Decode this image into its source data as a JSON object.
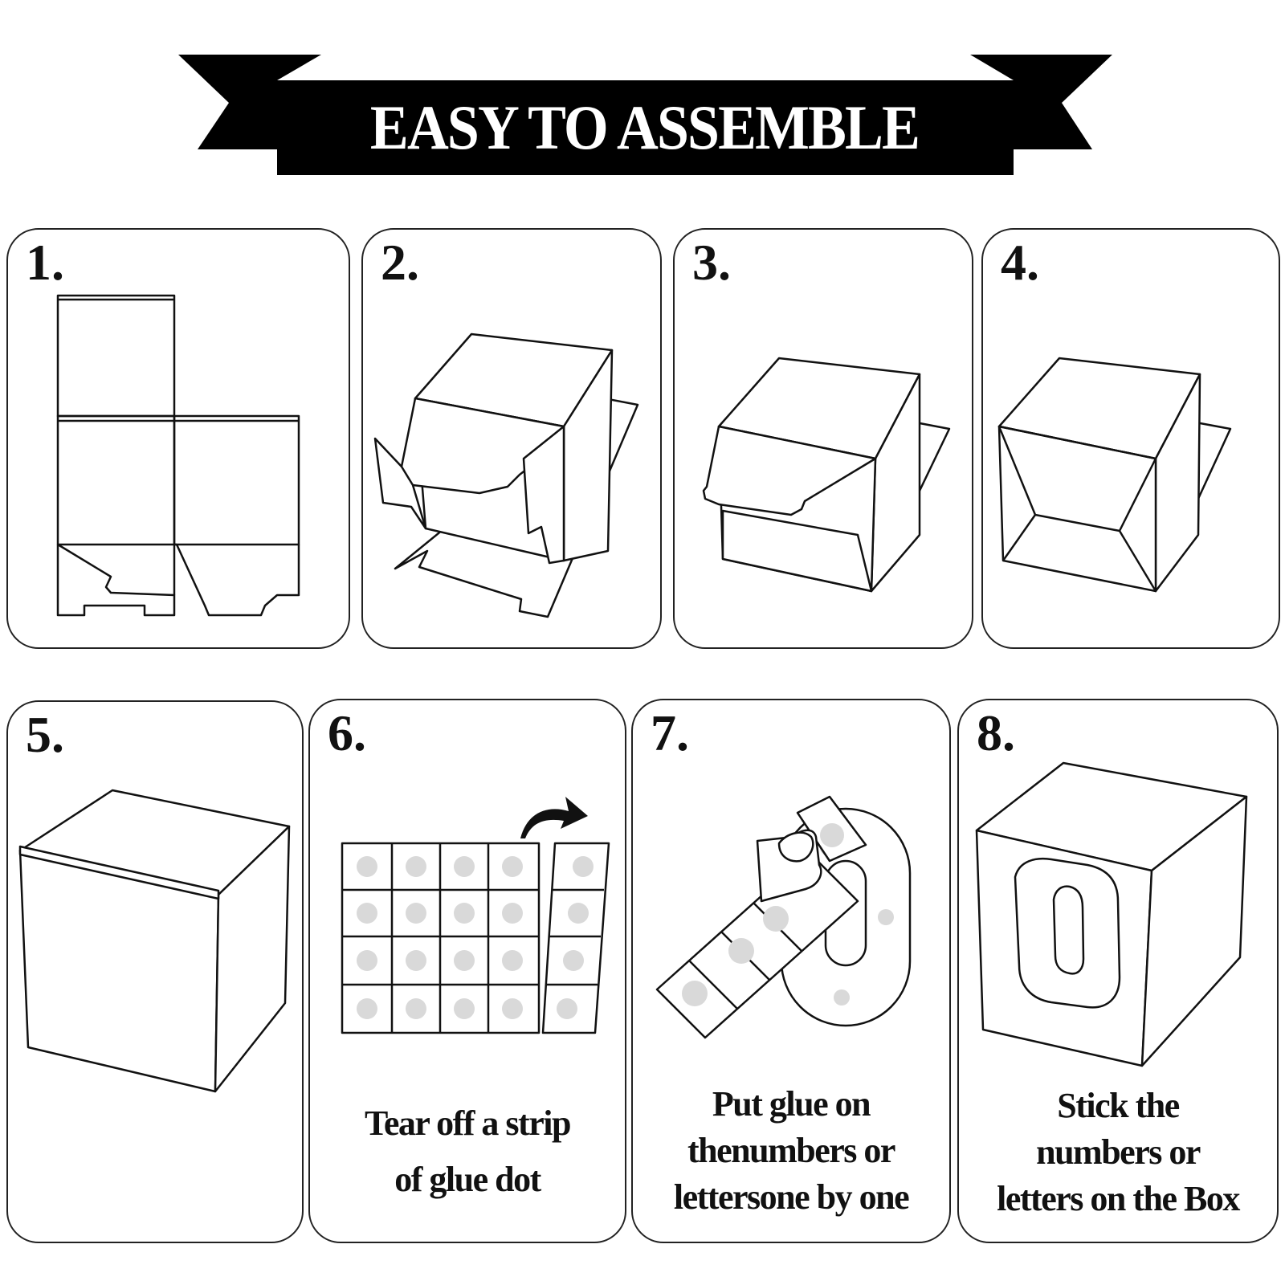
{
  "banner": {
    "title": "EASY TO ASSEMBLE"
  },
  "steps": [
    {
      "number": "1.",
      "caption": []
    },
    {
      "number": "2.",
      "caption": []
    },
    {
      "number": "3.",
      "caption": []
    },
    {
      "number": "4.",
      "caption": []
    },
    {
      "number": "5.",
      "caption": []
    },
    {
      "number": "6.",
      "caption": [
        "Tear off a strip",
        "of glue dot"
      ]
    },
    {
      "number": "7.",
      "caption": [
        "Put glue on",
        "thenumbers or",
        "lettersone by one"
      ]
    },
    {
      "number": "8.",
      "caption": [
        "Stick the",
        "numbers or",
        "letters on the Box"
      ]
    }
  ]
}
